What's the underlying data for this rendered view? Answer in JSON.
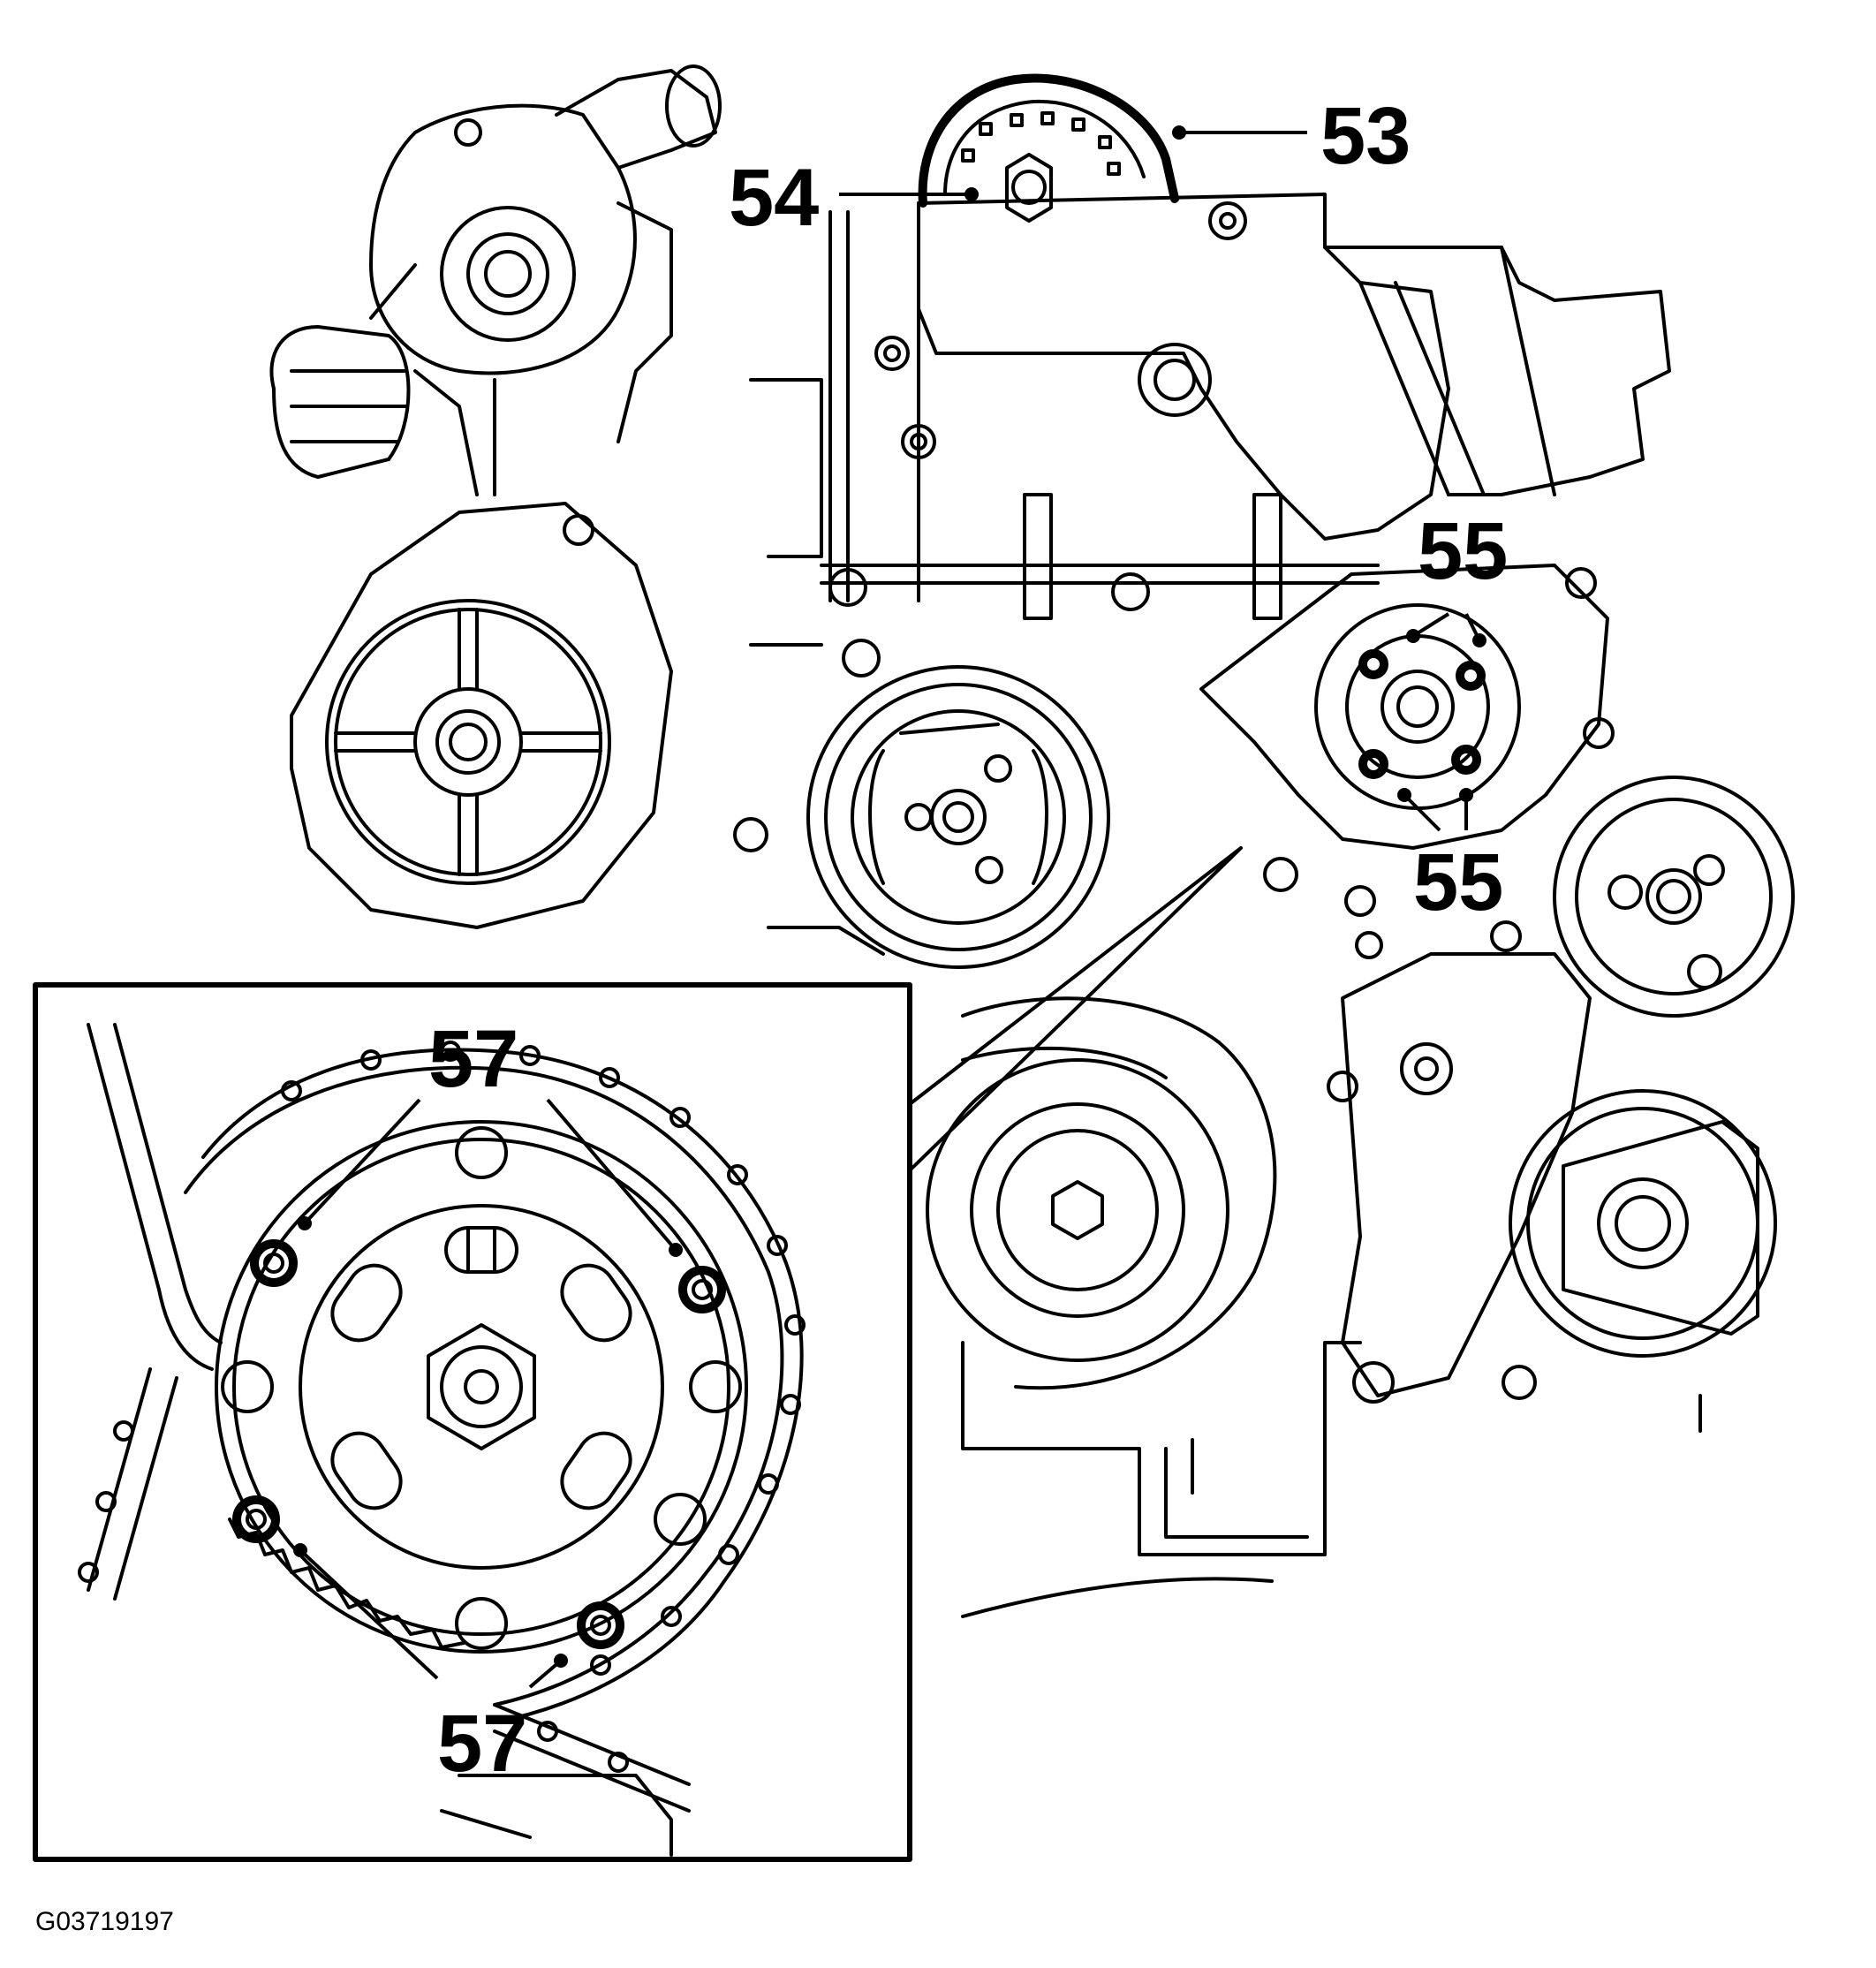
{
  "figure": {
    "id": "G03719197"
  },
  "callouts": {
    "c53": "53",
    "c54": "54",
    "c55_top": "55",
    "c55_bottom": "55",
    "c57_top": "57",
    "c57_bottom": "57"
  },
  "colors": {
    "line": "#000000",
    "background": "#ffffff"
  }
}
